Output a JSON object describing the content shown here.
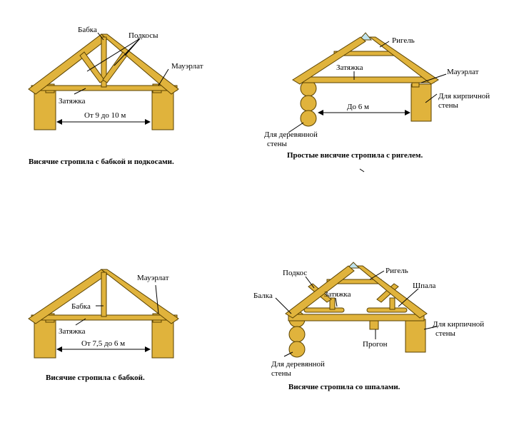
{
  "colors": {
    "wood": "#e0b33c",
    "stroke": "#5a4200",
    "ridge": "#bfe3ee",
    "line": "#000000"
  },
  "diagram1": {
    "caption": "Висячие  стропила с бабкой и подкосами.",
    "label_babka": "Бабка",
    "label_podkosy": "Подкосы",
    "label_mauerlat": "Мауэрлат",
    "label_zatyazhka": "Затяжка",
    "span": "От 9 до 10 м"
  },
  "diagram2": {
    "caption": "Простые висячие  стропила с ригелем.",
    "label_rigel": "Ригель",
    "label_zatyazhka": "Затяжка",
    "label_mauerlat": "Мауэрлат",
    "label_brick_1": "Для кирпичной",
    "label_brick_2": "стены",
    "label_wood_1": "Для деревянной",
    "label_wood_2": "стены",
    "span": "До 6 м"
  },
  "diagram3": {
    "caption": "Висячие  стропила с бабкой.",
    "label_mauerlat": "Мауэрлат",
    "label_babka": "Бабка",
    "label_zatyazhka": "Затяжка",
    "span": "От 7,5 до 6 м"
  },
  "diagram4": {
    "caption": "Висячие  стропила со шпалами.",
    "label_podkos": "Подкос",
    "label_rigel": "Ригель",
    "label_balka": "Балка",
    "label_zatyazhka": "Затяжка",
    "label_shpala": "Шпала",
    "label_brick_1": "Для кирпичной",
    "label_brick_2": "стены",
    "label_progon": "Прогон",
    "label_wood_1": "Для деревянной",
    "label_wood_2": "стены"
  }
}
